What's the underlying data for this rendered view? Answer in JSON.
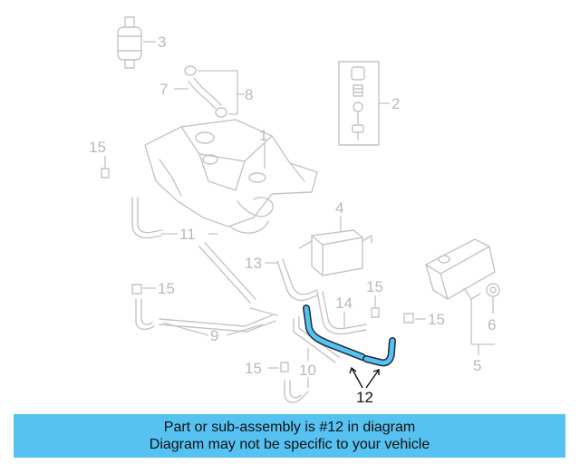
{
  "diagram": {
    "highlight_color": "#56c2f2",
    "callouts": [
      "1",
      "2",
      "3",
      "4",
      "5",
      "6",
      "7",
      "8",
      "9",
      "10",
      "11",
      "12",
      "13",
      "14",
      "15"
    ]
  },
  "banner": {
    "background": "#56c2f2",
    "line1": "Part or sub-assembly is #12 in diagram",
    "line2": "Diagram may not be specific to your vehicle"
  }
}
